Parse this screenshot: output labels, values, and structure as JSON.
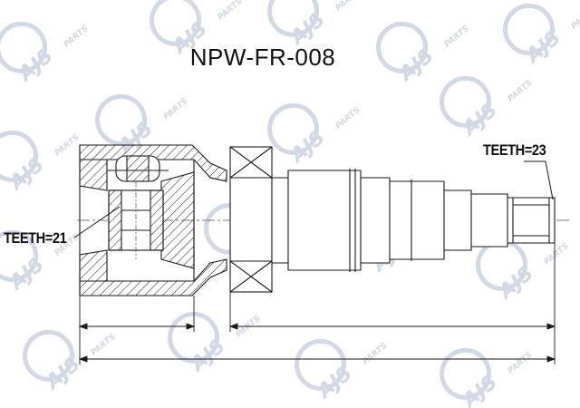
{
  "part_number": "NPW-FR-008",
  "labels": {
    "teeth_outer": "TEETH=21",
    "teeth_inner": "TEETH=23"
  },
  "watermark": {
    "text": "AJS",
    "subtext": "PARTS",
    "color": "#9aa7c4"
  },
  "colors": {
    "line": "#1a1a1a",
    "center_line": "#555555"
  }
}
